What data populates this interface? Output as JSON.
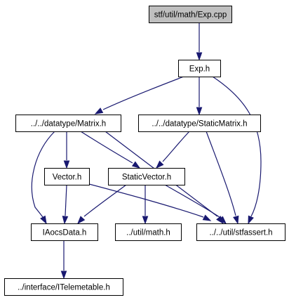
{
  "colors": {
    "root_fill": "#bfbfbf",
    "node_fill": "#ffffff",
    "edge": "#191970",
    "border": "#000000"
  },
  "nodes": [
    {
      "id": "exp_cpp",
      "label": "stf/util/math/Exp.cpp",
      "root": true
    },
    {
      "id": "exp_h",
      "label": "Exp.h"
    },
    {
      "id": "matrix_h",
      "label": "../../datatype/Matrix.h"
    },
    {
      "id": "static_matrix_h",
      "label": "../../datatype/StaticMatrix.h"
    },
    {
      "id": "vector_h",
      "label": "Vector.h"
    },
    {
      "id": "static_vector_h",
      "label": "StaticVector.h"
    },
    {
      "id": "iaocs_data_h",
      "label": "IAocsData.h"
    },
    {
      "id": "util_math_h",
      "label": "../util/math.h"
    },
    {
      "id": "stfassert_h",
      "label": "../../util/stfassert.h"
    },
    {
      "id": "itelemetable_h",
      "label": "../interface/ITelemetable.h"
    }
  ],
  "edges": [
    {
      "from": "exp_cpp",
      "to": "exp_h"
    },
    {
      "from": "exp_h",
      "to": "matrix_h"
    },
    {
      "from": "exp_h",
      "to": "static_matrix_h"
    },
    {
      "from": "exp_h",
      "to": "stfassert_h"
    },
    {
      "from": "matrix_h",
      "to": "vector_h"
    },
    {
      "from": "matrix_h",
      "to": "static_vector_h"
    },
    {
      "from": "matrix_h",
      "to": "iaocs_data_h"
    },
    {
      "from": "matrix_h",
      "to": "stfassert_h"
    },
    {
      "from": "static_matrix_h",
      "to": "static_vector_h"
    },
    {
      "from": "static_matrix_h",
      "to": "stfassert_h"
    },
    {
      "from": "vector_h",
      "to": "iaocs_data_h"
    },
    {
      "from": "vector_h",
      "to": "stfassert_h"
    },
    {
      "from": "static_vector_h",
      "to": "iaocs_data_h"
    },
    {
      "from": "static_vector_h",
      "to": "util_math_h"
    },
    {
      "from": "static_vector_h",
      "to": "stfassert_h"
    },
    {
      "from": "iaocs_data_h",
      "to": "itelemetable_h"
    }
  ]
}
